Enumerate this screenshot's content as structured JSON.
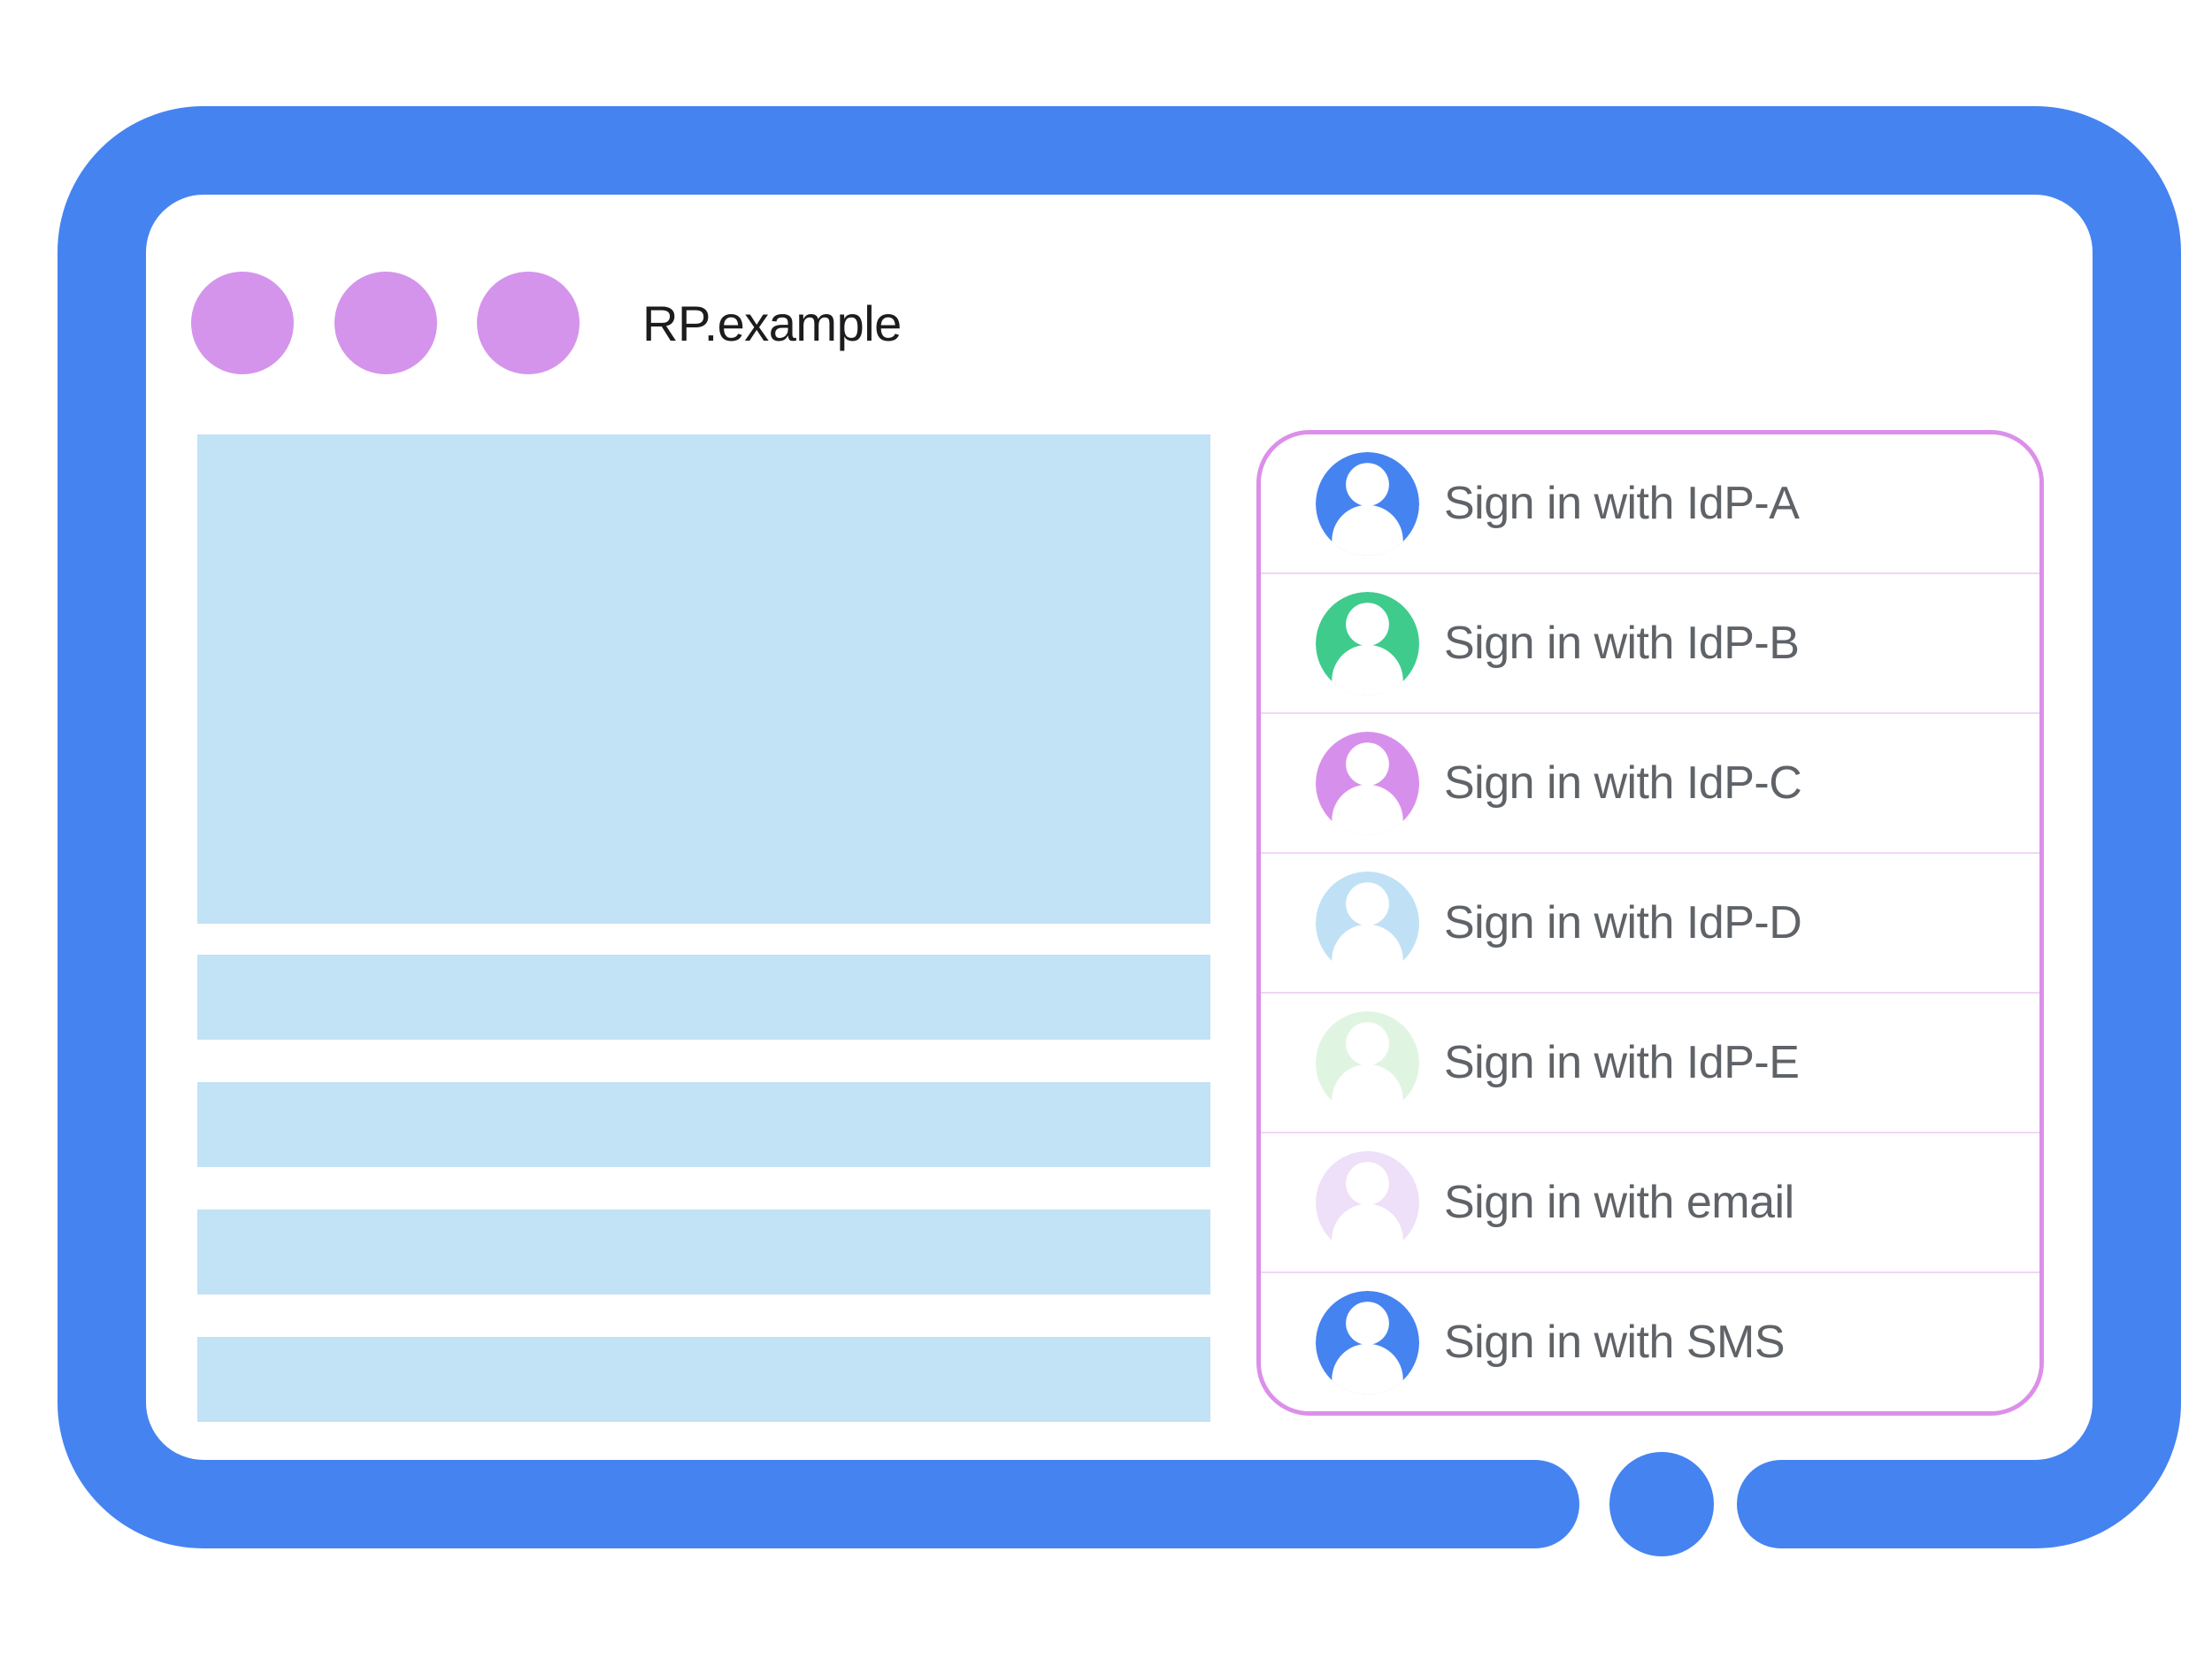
{
  "window": {
    "title": "RP.example",
    "controls": {
      "dot_count": 3,
      "dot_icon": "window-control-dot",
      "dot_color": "#D494EC"
    }
  },
  "colors": {
    "frame_blue": "#4583F1",
    "content_placeholder_blue": "#C2E2F5",
    "window_dot_purple": "#D494EC",
    "panel_border_purple": "#DC8FEA",
    "row_divider_pink": "#F0D6F6",
    "label_gray": "#5F6368",
    "title_black": "#1C1C1E",
    "avatar_figure_white": "#FFFFFF"
  },
  "content": {
    "placeholder_blocks": [
      "hero",
      "line",
      "line",
      "line",
      "line"
    ]
  },
  "signin_panel": {
    "items": [
      {
        "label": "Sign in with IdP-A",
        "avatar_icon": "user-avatar-icon",
        "avatar_color": "#4583F1"
      },
      {
        "label": "Sign in with IdP-B",
        "avatar_icon": "user-avatar-icon",
        "avatar_color": "#3FCB8C"
      },
      {
        "label": "Sign in with IdP-C",
        "avatar_icon": "user-avatar-icon",
        "avatar_color": "#D78FEC"
      },
      {
        "label": "Sign in with IdP-D",
        "avatar_icon": "user-avatar-icon",
        "avatar_color": "#C0E1F5"
      },
      {
        "label": "Sign in with IdP-E",
        "avatar_icon": "user-avatar-icon",
        "avatar_color": "#DFF5E2"
      },
      {
        "label": "Sign in with email",
        "avatar_icon": "user-avatar-icon",
        "avatar_color": "#EDE0F8"
      },
      {
        "label": "Sign in with SMS",
        "avatar_icon": "user-avatar-icon",
        "avatar_color": "#4583F1"
      }
    ]
  }
}
